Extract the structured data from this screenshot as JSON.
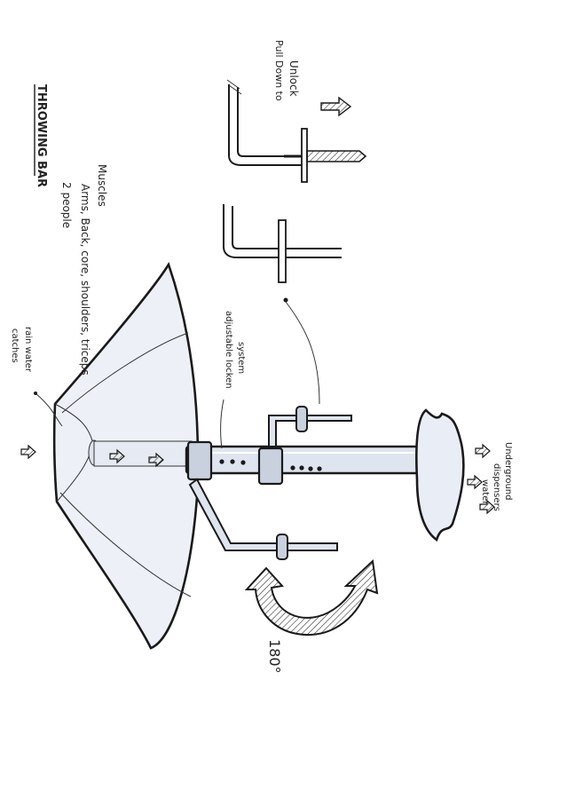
{
  "title": "THROWING BAR",
  "bullets": [
    "2 people",
    "Arms, Back, core, shoulders, triceps",
    "Muscles"
  ],
  "notes": {
    "pull_down_line1": "Pull Down to",
    "pull_down_line2": "Unlock",
    "catches_line1": "catches",
    "catches_line2": "rain water",
    "locking_line1": "adjustable locken",
    "locking_line2": "system",
    "water_line1": "water",
    "water_line2": "dispensers",
    "water_line3": "Underground",
    "rotation": "180°"
  },
  "colors": {
    "ink": "#1a1a1a",
    "canopy_tint": "#eef0f8",
    "metal_tint": "#dde3ee",
    "paper": "#ffffff"
  },
  "icons": [
    "flow-arrow-icon",
    "rotation-arrow-icon",
    "down-arrow-icon"
  ]
}
